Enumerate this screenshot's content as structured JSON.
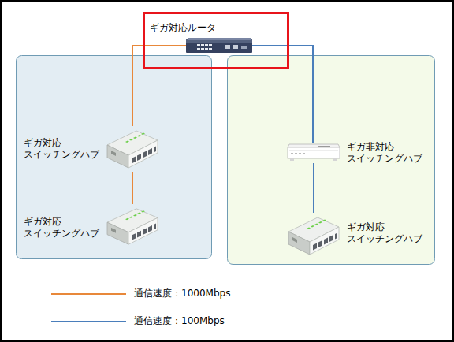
{
  "diagram": {
    "nodes": [
      {
        "text": [
          "ギガ対応ルータ"
        ]
      },
      {
        "text": [
          "ギガ対応 スイッチングハブ"
        ]
      },
      {
        "text": [
          "ギガ対応 スイッチングハブ"
        ]
      },
      {
        "text": [
          "ギガ非対応 スイッチングハブ"
        ]
      },
      {
        "text": [
          "ギガ対応 スイッチングハブ"
        ]
      }
    ],
    "edges": [
      {
        "from": 0,
        "to": 1,
        "arrow": "none"
      },
      {
        "from": 1,
        "to": 2,
        "arrow": "none"
      },
      {
        "from": 0,
        "to": 3,
        "arrow": "none"
      },
      {
        "from": 3,
        "to": 4,
        "arrow": "none"
      }
    ],
    "legend": [
      {
        "text": "通信速度：1000Mbps"
      },
      {
        "text": "通信速度：100Mbps"
      }
    ]
  }
}
